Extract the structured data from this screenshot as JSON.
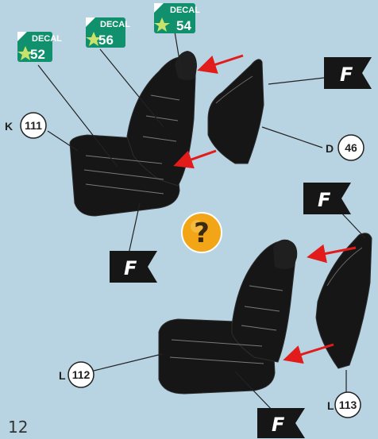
{
  "page_number": "12",
  "colors": {
    "background": "#b8d4e3",
    "decal_green": "#11906d",
    "decal_star": "#c9e36a",
    "arrow_red": "#e21b1b",
    "seat_black": "#161616",
    "question_orange": "#f2a516"
  },
  "decals": [
    {
      "label": "DECAL",
      "number": "52"
    },
    {
      "label": "DECAL",
      "number": "56"
    },
    {
      "label": "DECAL",
      "number": "54"
    }
  ],
  "parts": {
    "k": {
      "letter": "K",
      "number": "111"
    },
    "d": {
      "letter": "D",
      "number": "46"
    },
    "l_seat": {
      "letter": "L",
      "number": "112"
    },
    "l_back": {
      "letter": "L",
      "number": "113"
    }
  },
  "flags": [
    "F",
    "F",
    "F",
    "F"
  ],
  "question": "?",
  "icons": [
    "decal-star-icon",
    "flag-icon",
    "question-icon",
    "arrow-icon"
  ]
}
